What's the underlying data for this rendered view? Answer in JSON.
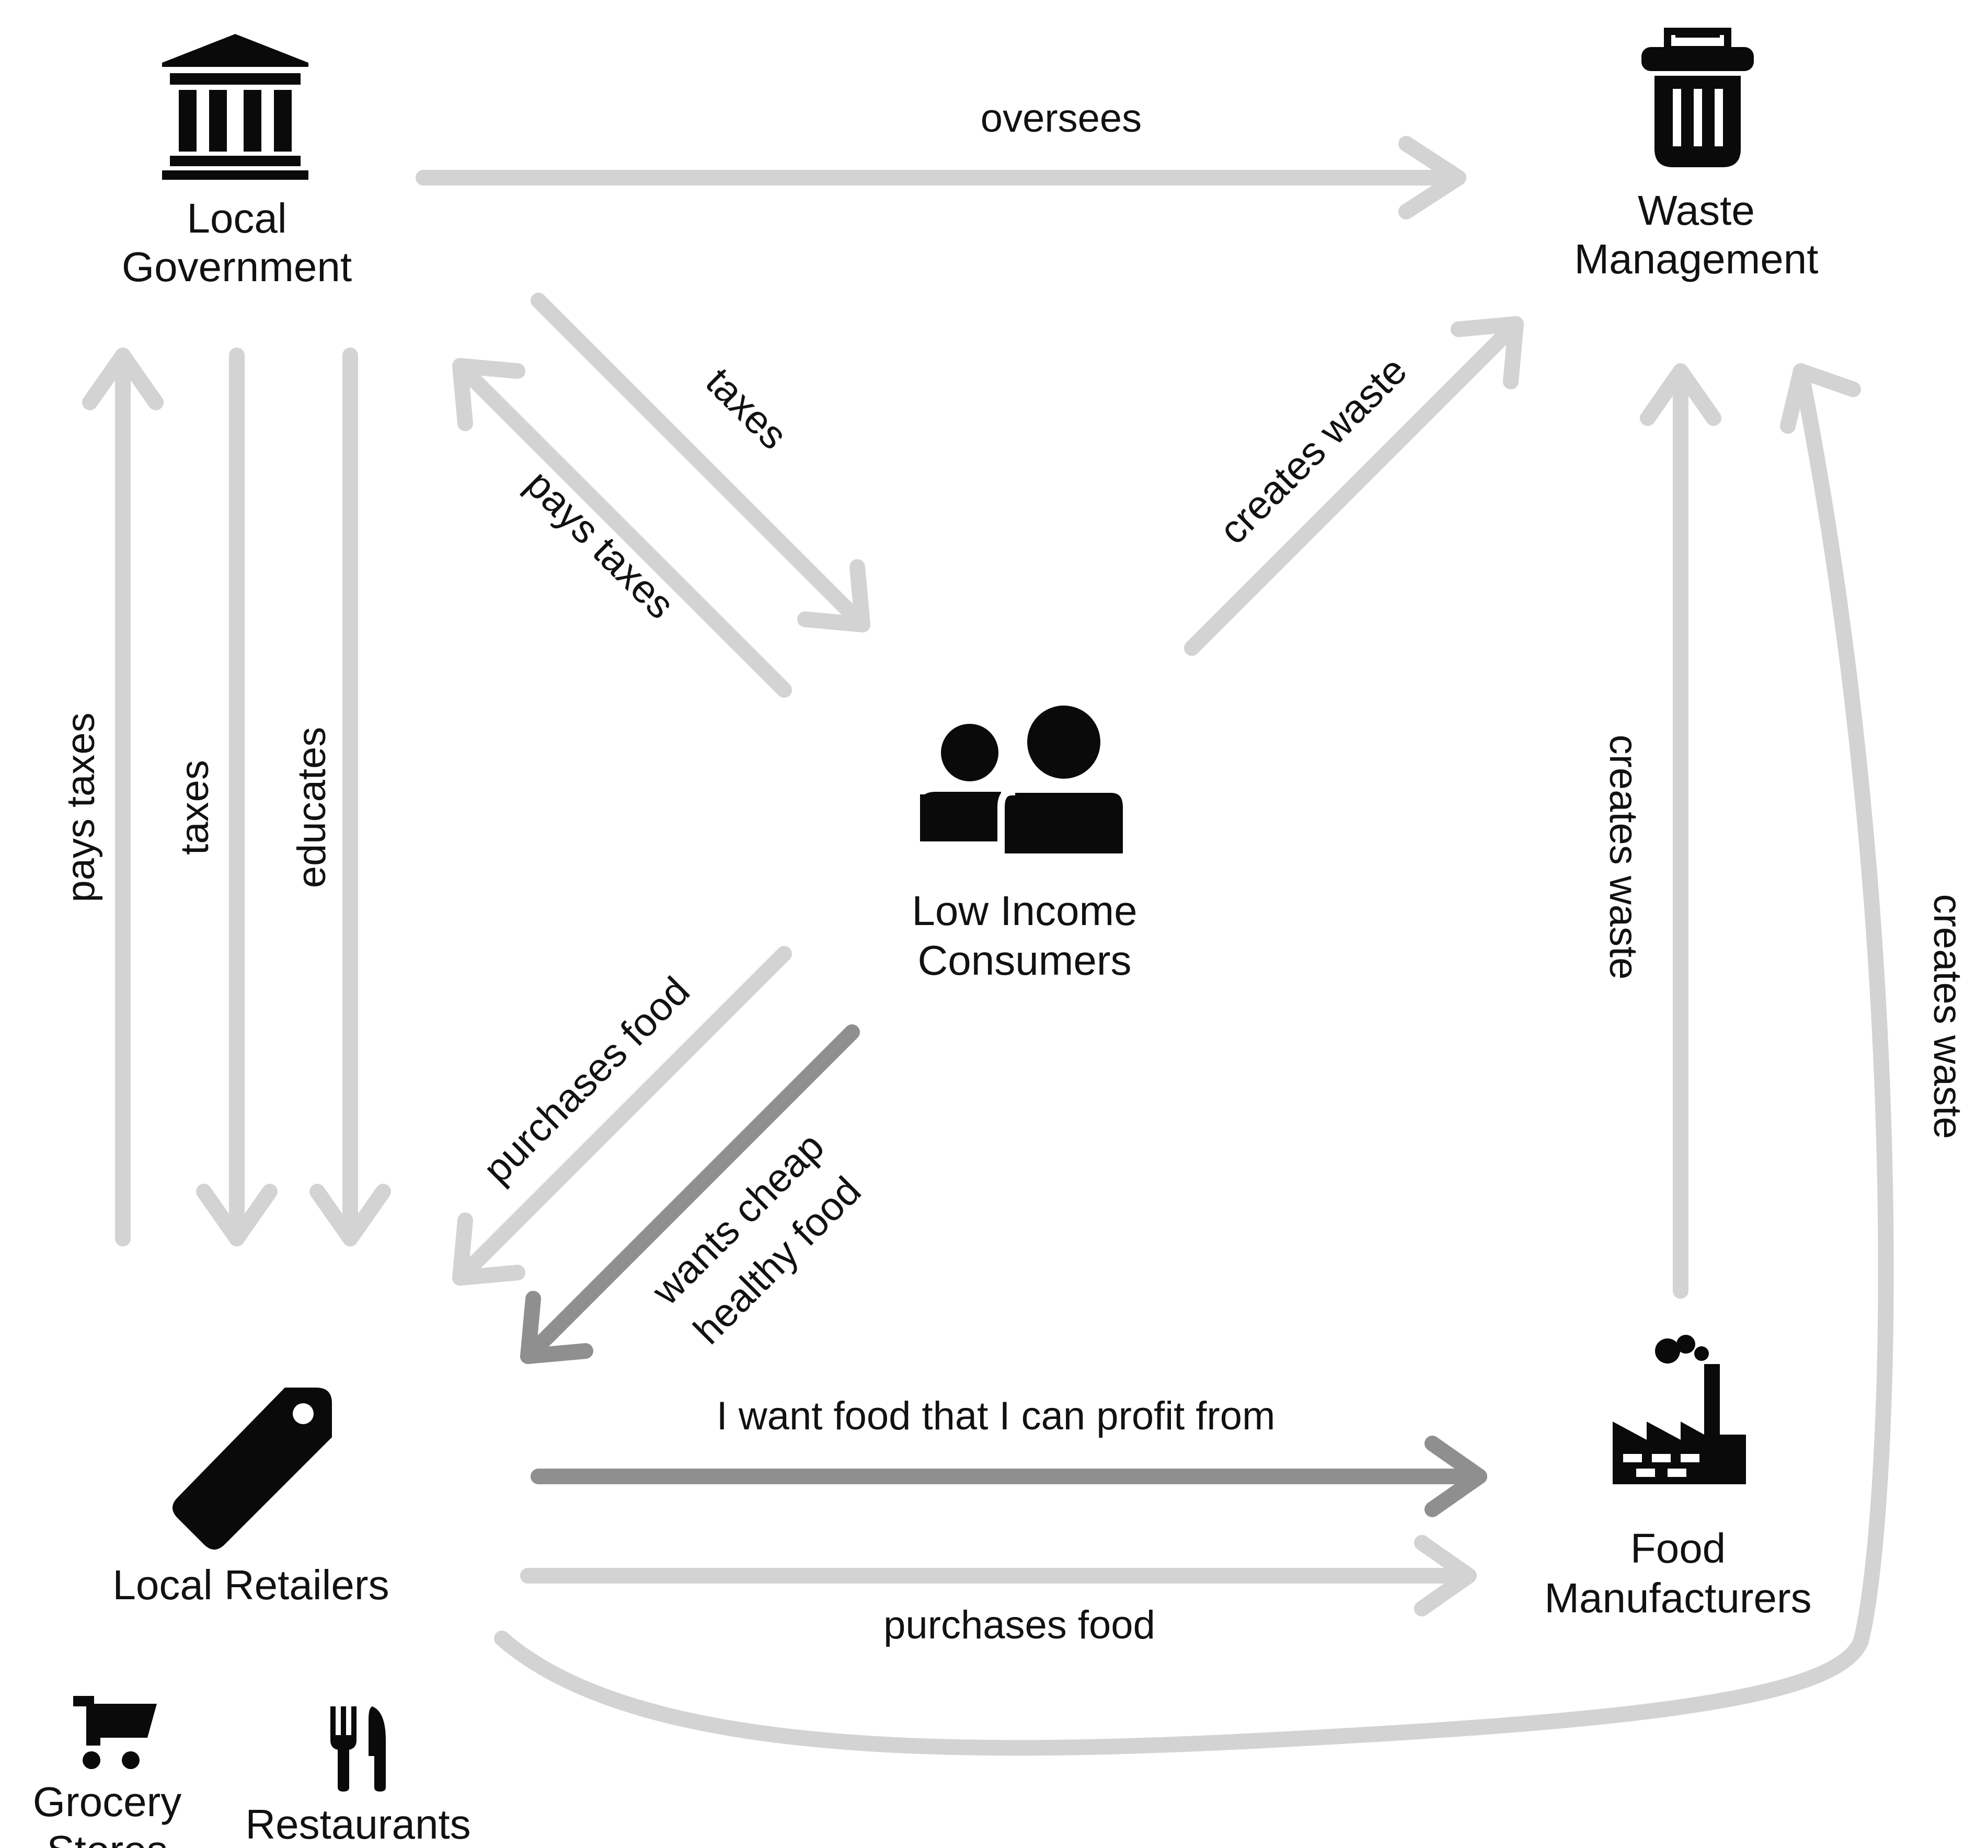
{
  "nodes": {
    "local_government": {
      "line1": "Local",
      "line2": "Government",
      "icon": "government-building-icon"
    },
    "waste_management": {
      "line1": "Waste",
      "line2": "Management",
      "icon": "trash-can-icon"
    },
    "low_income_consumers": {
      "line1": "Low Income",
      "line2": "Consumers",
      "icon": "people-icon"
    },
    "local_retailers": {
      "line1": "Local Retailers",
      "icon": "price-tag-icon"
    },
    "food_manufacturers": {
      "line1": "Food",
      "line2": "Manufacturers",
      "icon": "factory-icon"
    },
    "grocery_stores": {
      "line1": "Grocery",
      "line2": "Stores",
      "icon": "shopping-cart-icon"
    },
    "restaurants": {
      "line1": "Restaurants",
      "icon": "fork-knife-icon"
    }
  },
  "edges": {
    "gov_oversees_waste": "oversees",
    "gov_taxes_consumers": "taxes",
    "consumers_pay_taxes_gov": "pays taxes",
    "consumers_create_waste": "creates waste",
    "retailers_pay_taxes_gov": "pays taxes",
    "gov_taxes_retailers": "taxes",
    "gov_educates_retailers": "educates",
    "consumers_purchase_food": "purchases food",
    "consumers_want_line1": "wants cheap",
    "consumers_want_line2": "healthy food",
    "manufacturers_create_waste": "creates waste",
    "retailers_create_waste": "creates waste",
    "retailers_want_profit": "I want food that I can profit from",
    "retailers_purchase_food": "purchases food"
  },
  "colors": {
    "light_arrow": "#d3d3d3",
    "dark_arrow": "#8f8f8f",
    "icon": "#0a0a0a",
    "text": "#111111"
  }
}
